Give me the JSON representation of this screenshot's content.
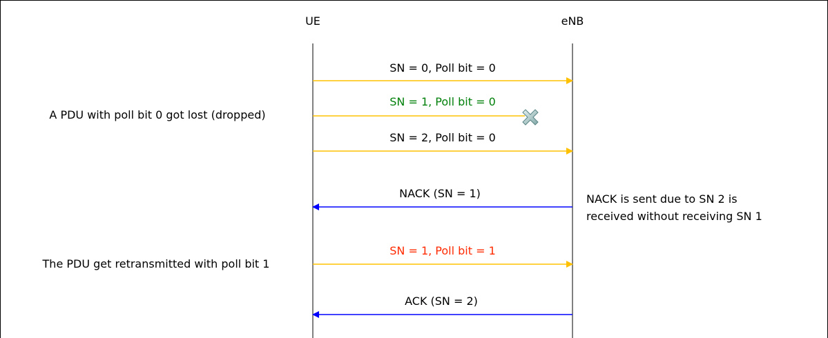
{
  "participants": {
    "left": "UE",
    "right": "eNB"
  },
  "messages": [
    {
      "label": "SN = 0, Poll bit = 0",
      "direction": "right",
      "label_color": "#000000",
      "line_color": "#ffc000",
      "lost": false
    },
    {
      "label": "SN = 1, Poll bit = 0",
      "direction": "right",
      "label_color": "#00800a",
      "line_color": "#ffc000",
      "lost": true
    },
    {
      "label": "SN = 2, Poll bit = 0",
      "direction": "right",
      "label_color": "#000000",
      "line_color": "#ffc000",
      "lost": false
    },
    {
      "label": "NACK (SN = 1)",
      "direction": "left",
      "label_color": "#000000",
      "line_color": "#0000ff",
      "lost": false
    },
    {
      "label": "SN = 1, Poll bit = 1",
      "direction": "right",
      "label_color": "#ff2a00",
      "line_color": "#ffc000",
      "lost": false
    },
    {
      "label": "ACK (SN = 2)",
      "direction": "left",
      "label_color": "#000000",
      "line_color": "#0000ff",
      "lost": false
    }
  ],
  "annotations": {
    "lost_note": "A PDU with poll bit 0 got lost (dropped)",
    "nack_note_line1": "NACK is sent due to SN 2 is",
    "nack_note_line2": "received without receiving SN 1",
    "retransmit_note": "The PDU get retransmitted with poll bit 1"
  },
  "icons": {
    "lost_marker": "x-mark-icon"
  }
}
